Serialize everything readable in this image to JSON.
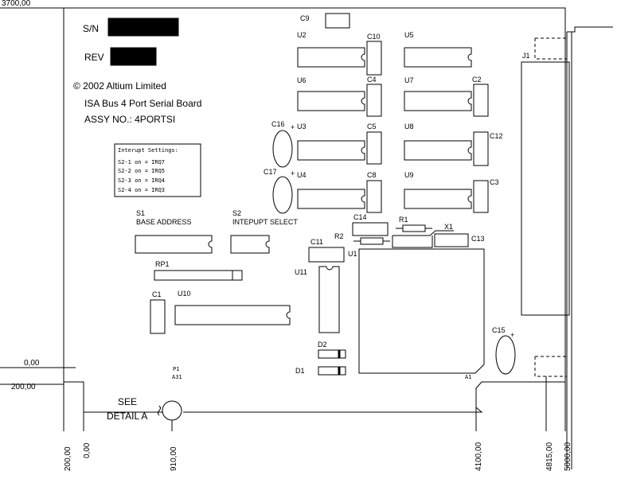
{
  "board_info": {
    "sn_label": "S/N",
    "rev_label": "REV",
    "copyright": "© 2002 Altium Limited",
    "board_name": "ISA Bus 4 Port Serial Board",
    "assy": "ASSY NO.: 4PORTSI"
  },
  "interrupt_box": {
    "title": "Interupt Settings:",
    "lines": [
      "S2-1 on = IRQ7",
      "S2-2 on = IRQ5",
      "S2-3 on = IRQ4",
      "S2-4 on = IRQ3"
    ]
  },
  "switches": {
    "s1": "S1",
    "s1_desc": "BASE ADDRESS",
    "s2": "S2",
    "s2_desc": "INTEPUPT SELECT"
  },
  "detail": {
    "see": "SEE",
    "detail": "DETAIL A"
  },
  "designators": {
    "c9": "C9",
    "u2": "U2",
    "c10": "C10",
    "u5": "U5",
    "j1": "J1",
    "u6": "U6",
    "c4": "C4",
    "u7": "U7",
    "c2": "C2",
    "c16": "C16",
    "u3": "U3",
    "c5": "C5",
    "u8": "U8",
    "c12": "C12",
    "c17": "C17",
    "u4": "U4",
    "c8": "C8",
    "u9": "U9",
    "c3": "C3",
    "c14": "C14",
    "r1": "R1",
    "r2": "R2",
    "x1": "X1",
    "c13": "C13",
    "c11": "C11",
    "u1": "U1",
    "u11": "U11",
    "rp1": "RP1",
    "c1": "C1",
    "u10": "U10",
    "c15": "C15",
    "d2": "D2",
    "d1": "D1",
    "a1": "A1",
    "p1": "P1",
    "a31": "A31"
  },
  "dimensions": {
    "y_3700": "3700,00",
    "y_0": "0,00",
    "y_200": "200,00",
    "x_200": "200,00",
    "x_0": "0,00",
    "x_910": "910,00",
    "x_4100": "4100,00",
    "x_4815": "4815,00",
    "x_5000": "5000,00"
  },
  "polarity_mark": "+"
}
